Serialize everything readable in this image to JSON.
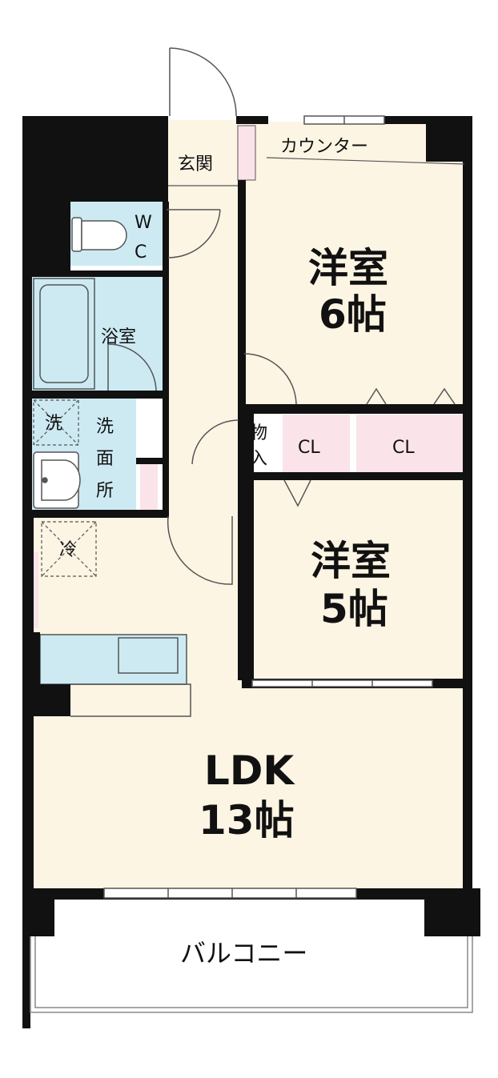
{
  "rooms": {
    "western1": {
      "name": "洋室",
      "size": "6帖"
    },
    "western2": {
      "name": "洋室",
      "size": "5帖"
    },
    "ldk": {
      "name": "LDK",
      "size": "13帖"
    }
  },
  "labels": {
    "entrance": "玄関",
    "counter": "カウンター",
    "wc_w": "W",
    "wc_c": "C",
    "bath": "浴室",
    "washer": "洗",
    "washroom_1": "洗",
    "washroom_2": "面",
    "washroom_3": "所",
    "storage_1": "物",
    "storage_2": "入",
    "closet1": "CL",
    "closet2": "CL",
    "fridge": "冷",
    "balcony": "バルコニー"
  },
  "colors": {
    "wall": "#111111",
    "floor": "#fdf5e4",
    "wet_area": "#cdeaf3",
    "closet": "#fbe3ea",
    "line": "#555555"
  }
}
